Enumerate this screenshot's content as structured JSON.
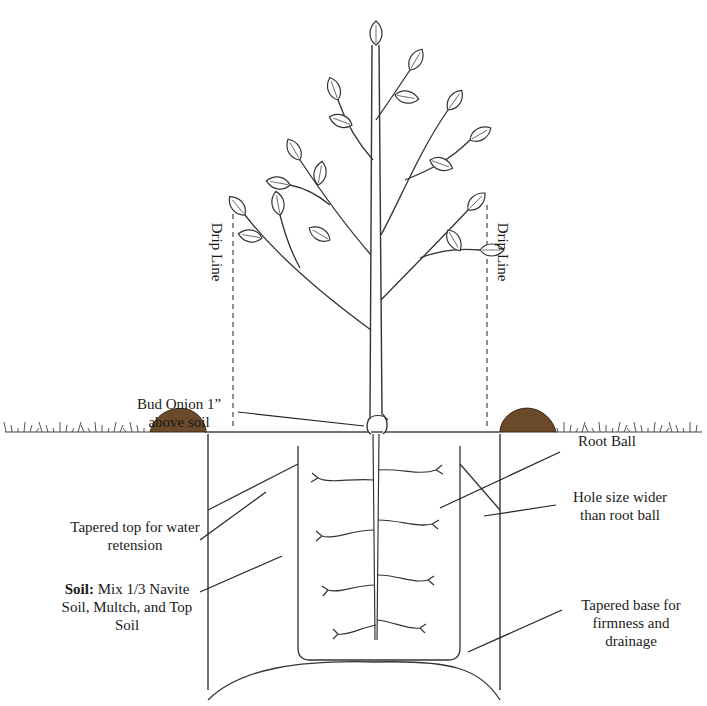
{
  "diagram": {
    "labels": [
      "Drip Line",
      "Drip Line",
      "Bud Onion 1” above soil",
      "Root Ball",
      "Tapered top for water retension",
      "Hole size wider than root ball",
      "Soil:",
      "Mix 1/3 Navite Soil, Multch, and Top Soil",
      "Tapered base for firmness and drainage"
    ]
  }
}
